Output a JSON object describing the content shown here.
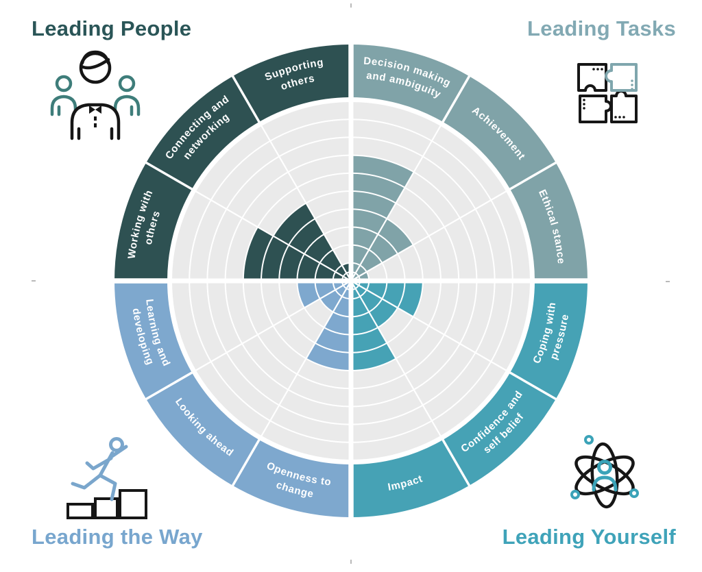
{
  "corners": {
    "top_left": {
      "title": "Leading People",
      "color": "#2A5557",
      "icon": "people-icon"
    },
    "top_right": {
      "title": "Leading Tasks",
      "color": "#82A9B3",
      "icon": "puzzle-icon"
    },
    "bottom_left": {
      "title": "Leading the Way",
      "color": "#78A6CE",
      "icon": "stairs-runner-icon"
    },
    "bottom_right": {
      "title": "Leading Yourself",
      "color": "#3FA3B9",
      "icon": "atom-person-icon"
    }
  },
  "chart_data": {
    "type": "polar-wheel",
    "rings": 10,
    "scale": [
      0,
      10
    ],
    "grid": "concentric circles every 1 unit, radial lines every 30 degrees, white on light gray",
    "chart_bg": "#EAEAEA",
    "quadrants": [
      {
        "name": "Leading People",
        "color": "#2E5152",
        "segments": [
          {
            "label": "Supporting others",
            "lines": [
              "Supporting",
              "others"
            ],
            "value": 1,
            "angle": [
              90,
              120
            ]
          },
          {
            "label": "Connecting and networking",
            "lines": [
              "Connecting and",
              "networking"
            ],
            "value": 5,
            "angle": [
              120,
              150
            ]
          },
          {
            "label": "Working with others",
            "lines": [
              "Working with",
              "others"
            ],
            "value": 6,
            "angle": [
              150,
              180
            ]
          }
        ]
      },
      {
        "name": "Leading Tasks",
        "color": "#80A3A8",
        "segments": [
          {
            "label": "Decision making and ambiguity",
            "lines": [
              "Decision making",
              "and ambiguity"
            ],
            "value": 7,
            "angle": [
              60,
              90
            ]
          },
          {
            "label": "Achievement",
            "lines": [
              "Achievement"
            ],
            "value": 4,
            "angle": [
              30,
              60
            ]
          },
          {
            "label": "Ethical stance",
            "lines": [
              "Ethical stance"
            ],
            "value": 1,
            "angle": [
              0,
              30
            ]
          }
        ]
      },
      {
        "name": "Leading the Way",
        "color": "#7EA8CE",
        "segments": [
          {
            "label": "Learning and developing",
            "lines": [
              "Learning and",
              "developing"
            ],
            "value": 3,
            "angle": [
              180,
              210
            ]
          },
          {
            "label": "Looking ahead",
            "lines": [
              "Looking ahead"
            ],
            "value": 2,
            "angle": [
              210,
              240
            ]
          },
          {
            "label": "Openness to change",
            "lines": [
              "Openness to",
              "change"
            ],
            "value": 5,
            "angle": [
              240,
              270
            ]
          }
        ]
      },
      {
        "name": "Leading Yourself",
        "color": "#46A2B5",
        "segments": [
          {
            "label": "Impact",
            "lines": [
              "Impact"
            ],
            "value": 5,
            "angle": [
              270,
              300
            ]
          },
          {
            "label": "Confidence and self belief",
            "lines": [
              "Confidence and",
              "self belief"
            ],
            "value": 3,
            "angle": [
              300,
              330
            ]
          },
          {
            "label": "Coping with pressure",
            "lines": [
              "Coping with",
              "pressure"
            ],
            "value": 4,
            "angle": [
              330,
              360
            ]
          }
        ]
      }
    ]
  }
}
